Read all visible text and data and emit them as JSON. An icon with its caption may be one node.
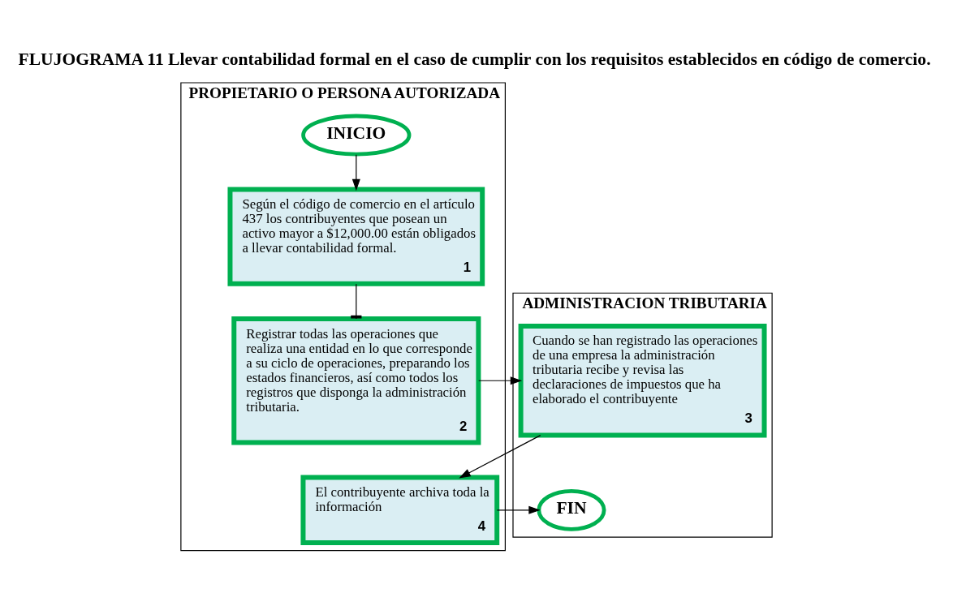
{
  "diagram": {
    "title": "FLUJOGRAMA 11 Llevar contabilidad formal en el caso de cumplir con los requisitos establecidos en código de comercio.",
    "nodes": [
      {
        "text": [
          "PROPIETARIO O PERSONA AUTORIZADA"
        ]
      },
      {
        "text": [
          "ADMINISTRACION TRIBUTARIA"
        ]
      },
      {
        "text": [
          "INICIO"
        ],
        "in": 0
      },
      {
        "text": [
          "Según el código de comercio en el artículo 437 los contribuyentes que posean un activo mayor a $12,000.00 están obligados a llevar contabilidad formal.",
          "1"
        ],
        "in": 0
      },
      {
        "text": [
          "Registrar todas las operaciones que realiza una entidad en lo que corresponde a su ciclo de operaciones, preparando los estados financieros, así como todos los registros que disponga la administración tributaria.",
          "2"
        ],
        "in": 0
      },
      {
        "text": [
          "Cuando se han registrado las operaciones de una empresa la administración tributaria recibe y revisa las declaraciones de impuestos que ha elaborado el contribuyente",
          "3"
        ],
        "in": 1
      },
      {
        "text": [
          "El contribuyente archiva toda la información",
          "4"
        ],
        "in": 0
      },
      {
        "text": [
          "FIN"
        ],
        "in": 1
      }
    ],
    "edges": [
      {
        "from": 2,
        "to": 3,
        "arrow": "to"
      },
      {
        "from": 3,
        "to": 4,
        "arrow": "other"
      },
      {
        "from": 4,
        "to": 5,
        "arrow": "to"
      },
      {
        "from": 5,
        "to": 6,
        "arrow": "to"
      },
      {
        "from": 6,
        "to": 7,
        "arrow": "to"
      }
    ]
  }
}
